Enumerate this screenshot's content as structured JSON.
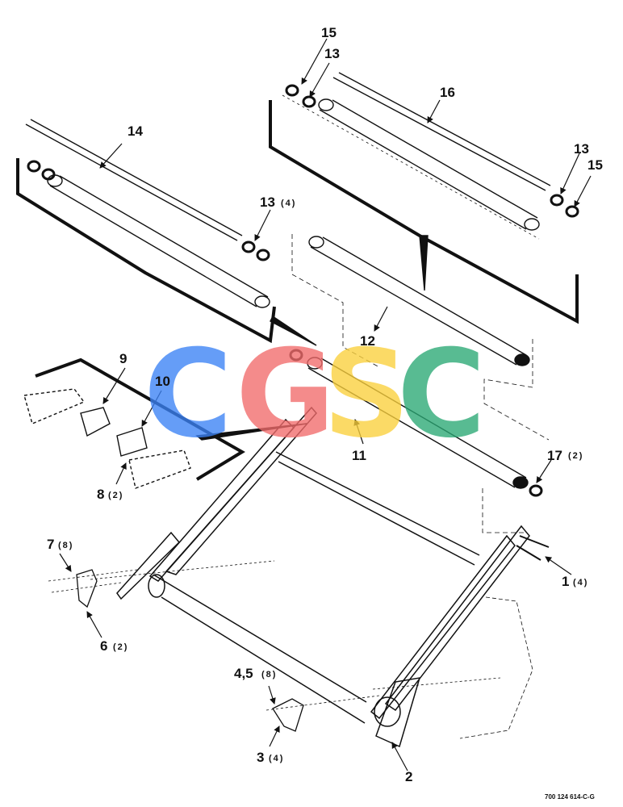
{
  "labels": {
    "l1": "1",
    "l1q": "(4)",
    "l2": "2",
    "l3": "3",
    "l3q": "(4)",
    "l45": "4,5",
    "l45q": "(8)",
    "l6": "6",
    "l6q": "(2)",
    "l7": "7",
    "l7q": "(8)",
    "l8": "8",
    "l8q": "(2)",
    "l9": "9",
    "l10": "10",
    "l11": "11",
    "l12": "12",
    "l13a": "13",
    "l13aq": "(4)",
    "l13b": "13",
    "l13c": "13",
    "l14": "14",
    "l15a": "15",
    "l15b": "15",
    "l16": "16",
    "l17": "17",
    "l17q": "(2)"
  },
  "watermark": {
    "c1": "C",
    "g": "G",
    "s": "S",
    "c2": "C",
    "colors": [
      "#3b82f6",
      "#f26b6b",
      "#fbd03c",
      "#2aa874"
    ]
  },
  "drawing_code": "700 124 614-C-G"
}
